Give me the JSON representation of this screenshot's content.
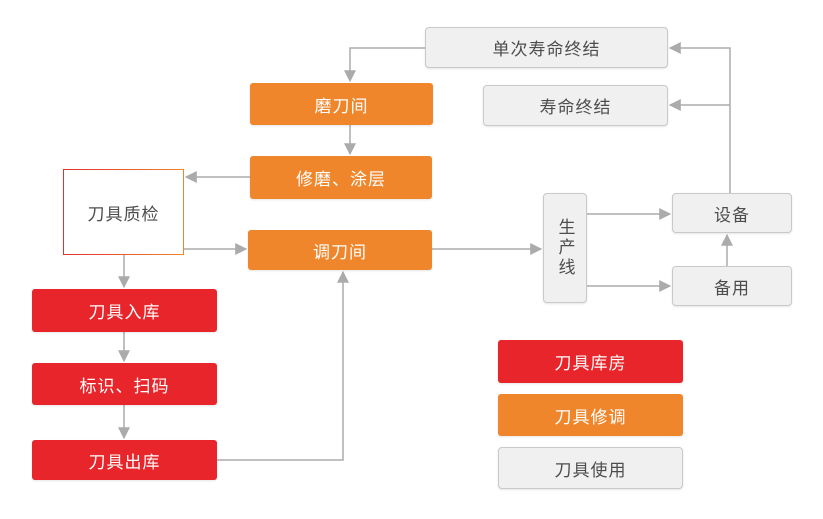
{
  "diagram": {
    "nodes": {
      "end_single_life": {
        "label": "单次寿命终结",
        "style": "gray"
      },
      "end_life": {
        "label": "寿命终结",
        "style": "gray"
      },
      "grinding_room": {
        "label": "磨刀间",
        "style": "orange"
      },
      "regrind_coating": {
        "label": "修磨、涂层",
        "style": "orange"
      },
      "tool_quality_check": {
        "label": "刀具质检",
        "style": "white-gradient-outline"
      },
      "tool_adjust_room": {
        "label": "调刀间",
        "style": "orange"
      },
      "production_line": {
        "label": "生产线",
        "style": "gray",
        "orientation": "vertical"
      },
      "equipment": {
        "label": "设备",
        "style": "gray"
      },
      "backup": {
        "label": "备用",
        "style": "gray"
      },
      "tool_inbound": {
        "label": "刀具入库",
        "style": "red"
      },
      "mark_scan": {
        "label": "标识、扫码",
        "style": "red"
      },
      "tool_outbound": {
        "label": "刀具出库",
        "style": "red"
      }
    },
    "edges": [
      {
        "from": "end_single_life",
        "to": "grinding_room"
      },
      {
        "from": "grinding_room",
        "to": "regrind_coating"
      },
      {
        "from": "regrind_coating",
        "to": "tool_quality_check"
      },
      {
        "from": "tool_quality_check",
        "to": "tool_adjust_room"
      },
      {
        "from": "tool_quality_check",
        "to": "tool_inbound"
      },
      {
        "from": "tool_inbound",
        "to": "mark_scan"
      },
      {
        "from": "mark_scan",
        "to": "tool_outbound"
      },
      {
        "from": "tool_outbound",
        "to": "tool_adjust_room"
      },
      {
        "from": "tool_adjust_room",
        "to": "production_line"
      },
      {
        "from": "production_line",
        "to": "equipment"
      },
      {
        "from": "production_line",
        "to": "backup"
      },
      {
        "from": "backup",
        "to": "equipment"
      },
      {
        "from": "equipment",
        "to": "end_single_life"
      },
      {
        "from": "equipment",
        "to": "end_life"
      }
    ],
    "legend": [
      {
        "label": "刀具库房",
        "style": "red",
        "color": "#e8252a"
      },
      {
        "label": "刀具修调",
        "style": "orange",
        "color": "#f0862b"
      },
      {
        "label": "刀具使用",
        "style": "gray",
        "color": "#f0f0f0"
      }
    ],
    "colors": {
      "red": "#e8252a",
      "orange": "#f0862b",
      "gray_fill": "#f0f0f0",
      "gray_border": "#c9c9c9",
      "connector": "#ababab",
      "dark_text": "#4d4d4d",
      "outline_gradient_left": "#e5302e",
      "outline_gradient_right": "#f0862b"
    }
  }
}
